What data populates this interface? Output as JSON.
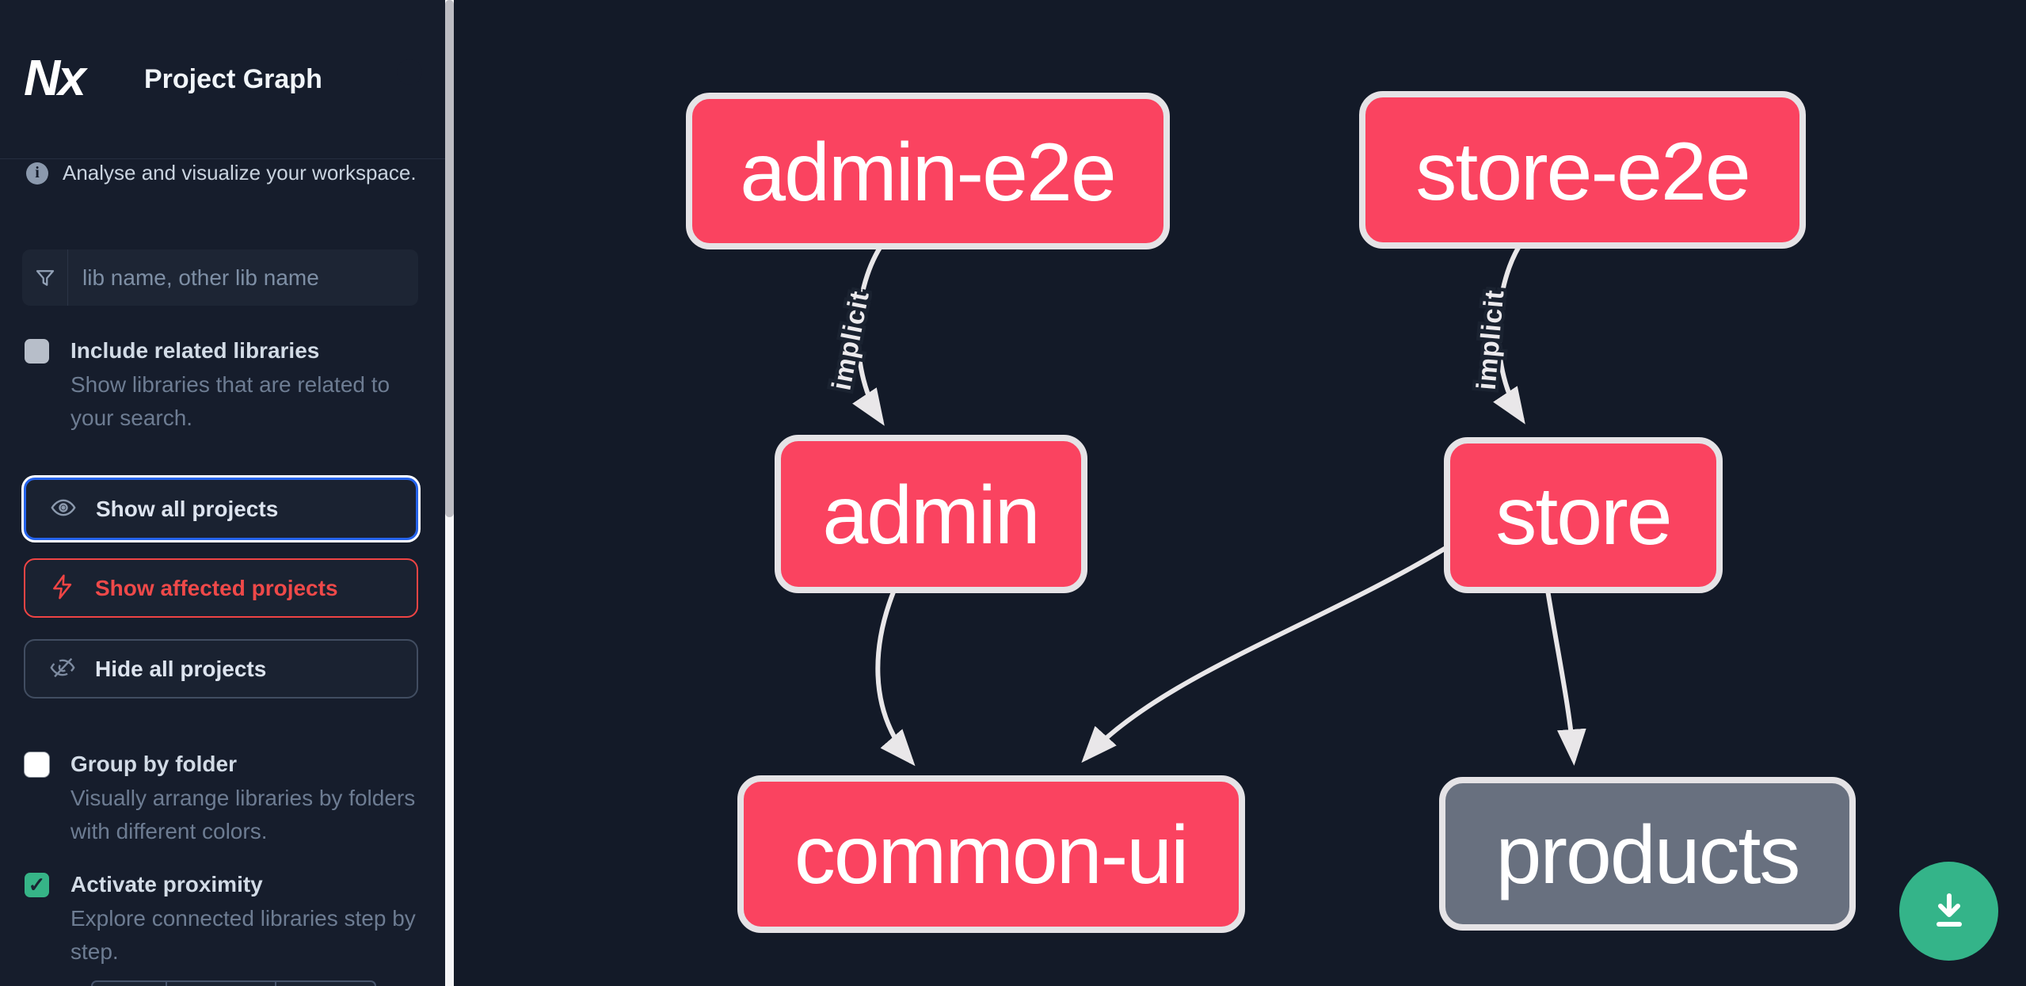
{
  "header": {
    "logo_text": "Nx",
    "app_title": "Project Graph",
    "theme_toggle": "moon-icon"
  },
  "sidebar": {
    "tagline": "Analyse and visualize your workspace.",
    "search": {
      "placeholder": "lib name, other lib name",
      "value": "",
      "icon": "funnel-icon"
    },
    "checkboxes": [
      {
        "label": "Include related libraries",
        "description": "Show libraries that are related to your search.",
        "checked": false
      },
      {
        "label": "Group by folder",
        "description": "Visually arrange libraries by folders with different colors.",
        "checked": false
      },
      {
        "label": "Activate proximity",
        "description": "Explore connected libraries step by step.",
        "checked": true,
        "check_glyph": "✓"
      }
    ],
    "buttons": [
      {
        "label": "Show all projects",
        "icon": "eye-icon",
        "state": "focused"
      },
      {
        "label": "Show affected projects",
        "icon": "bolt-icon",
        "state": "affected"
      },
      {
        "label": "Hide all projects",
        "icon": "eye-off-icon",
        "state": "default"
      }
    ]
  },
  "graph": {
    "nodes": [
      {
        "id": "admin-e2e",
        "label": "admin-e2e",
        "type": "app"
      },
      {
        "id": "store-e2e",
        "label": "store-e2e",
        "type": "app"
      },
      {
        "id": "admin",
        "label": "admin",
        "type": "app"
      },
      {
        "id": "store",
        "label": "store",
        "type": "app"
      },
      {
        "id": "common-ui",
        "label": "common-ui",
        "type": "lib"
      },
      {
        "id": "products",
        "label": "products",
        "type": "lib-unfocused"
      }
    ],
    "edges": [
      {
        "from": "admin-e2e",
        "to": "admin",
        "label": "implicit"
      },
      {
        "from": "store-e2e",
        "to": "store",
        "label": "implicit"
      },
      {
        "from": "admin",
        "to": "common-ui",
        "label": ""
      },
      {
        "from": "store",
        "to": "common-ui",
        "label": ""
      },
      {
        "from": "store",
        "to": "products",
        "label": ""
      }
    ]
  },
  "actions": {
    "download_icon": "download-icon"
  },
  "colors": {
    "node_pink": "#fa4360",
    "node_gray": "#68707f",
    "node_border": "#e5e3e6",
    "edge": "#e9e7e9",
    "accent_green": "#34b489",
    "focus_blue": "#2563eb",
    "affected_red": "#ef4444",
    "sidebar_bg": "#161d2c",
    "canvas_bg": "#131a28"
  }
}
